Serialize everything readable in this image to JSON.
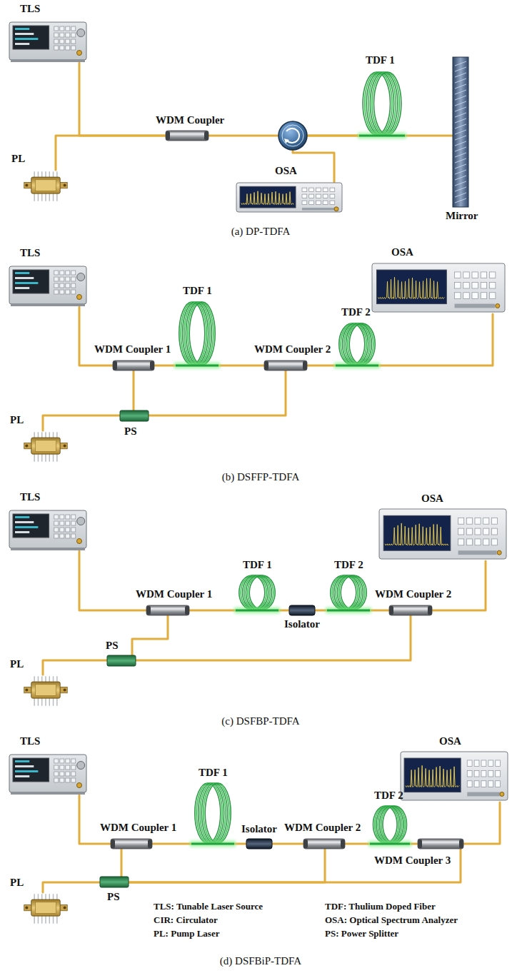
{
  "diagram": {
    "nodes": [
      {
        "text": [
          "TLS"
        ]
      },
      {
        "text": [
          "PL"
        ]
      },
      {
        "text": [
          "WDM Coupler"
        ]
      },
      {
        "text": [
          "OSA"
        ]
      },
      {
        "text": [
          "TDF 1"
        ]
      },
      {
        "text": [
          "Mirror"
        ]
      },
      {
        "text": [
          "TLS"
        ]
      },
      {
        "text": [
          "OSA"
        ]
      },
      {
        "text": [
          "TDF 1"
        ]
      },
      {
        "text": [
          "TDF 2"
        ]
      },
      {
        "text": [
          "WDM Coupler 1"
        ]
      },
      {
        "text": [
          "WDM Coupler 2"
        ]
      },
      {
        "text": [
          "PL"
        ]
      },
      {
        "text": [
          "PS"
        ]
      },
      {
        "text": [
          "TLS"
        ]
      },
      {
        "text": [
          "OSA"
        ]
      },
      {
        "text": [
          "TDF 1"
        ]
      },
      {
        "text": [
          "TDF 2"
        ]
      },
      {
        "text": [
          "WDM Coupler 1"
        ]
      },
      {
        "text": [
          "Isolator"
        ]
      },
      {
        "text": [
          "WDM Coupler 2"
        ]
      },
      {
        "text": [
          "PL"
        ]
      },
      {
        "text": [
          "PS"
        ]
      },
      {
        "text": [
          "TLS"
        ]
      },
      {
        "text": [
          "OSA"
        ]
      },
      {
        "text": [
          "TDF 1"
        ]
      },
      {
        "text": [
          "TDF 2"
        ]
      },
      {
        "text": [
          "WDM Coupler 1"
        ]
      },
      {
        "text": [
          "Isolator"
        ]
      },
      {
        "text": [
          "WDM Coupler 2"
        ]
      },
      {
        "text": [
          "WDM Coupler 3"
        ]
      },
      {
        "text": [
          "PL"
        ]
      },
      {
        "text": [
          "PS"
        ]
      }
    ],
    "edges": [
      {
        "from": 0,
        "to": 2,
        "arrow": "none"
      },
      {
        "from": 1,
        "to": 2,
        "arrow": "none"
      },
      {
        "from": 2,
        "to": 4,
        "arrow": "none"
      },
      {
        "from": 4,
        "to": 3,
        "arrow": "none"
      },
      {
        "from": 4,
        "to": 5,
        "arrow": "none"
      },
      {
        "from": 6,
        "to": 10,
        "arrow": "none"
      },
      {
        "from": 10,
        "to": 8,
        "arrow": "none"
      },
      {
        "from": 8,
        "to": 11,
        "arrow": "none"
      },
      {
        "from": 11,
        "to": 9,
        "arrow": "none"
      },
      {
        "from": 9,
        "to": 7,
        "arrow": "none"
      },
      {
        "from": 12,
        "to": 13,
        "arrow": "none"
      },
      {
        "from": 13,
        "to": 10,
        "arrow": "none"
      },
      {
        "from": 13,
        "to": 11,
        "arrow": "none"
      },
      {
        "from": 14,
        "to": 18,
        "arrow": "none"
      },
      {
        "from": 18,
        "to": 16,
        "arrow": "none"
      },
      {
        "from": 16,
        "to": 19,
        "arrow": "none"
      },
      {
        "from": 19,
        "to": 17,
        "arrow": "none"
      },
      {
        "from": 17,
        "to": 20,
        "arrow": "none"
      },
      {
        "from": 20,
        "to": 15,
        "arrow": "none"
      },
      {
        "from": 21,
        "to": 22,
        "arrow": "none"
      },
      {
        "from": 22,
        "to": 18,
        "arrow": "none"
      },
      {
        "from": 22,
        "to": 20,
        "arrow": "none"
      },
      {
        "from": 23,
        "to": 27,
        "arrow": "none"
      },
      {
        "from": 31,
        "to": 32,
        "arrow": "none"
      },
      {
        "from": 32,
        "to": 27,
        "arrow": "none"
      },
      {
        "from": 27,
        "to": 25,
        "arrow": "none"
      },
      {
        "from": 25,
        "to": 28,
        "arrow": "none"
      },
      {
        "from": 28,
        "to": 29,
        "arrow": "none"
      },
      {
        "from": 32,
        "to": 29,
        "arrow": "none"
      },
      {
        "from": 29,
        "to": 26,
        "arrow": "none"
      },
      {
        "from": 26,
        "to": 30,
        "arrow": "none"
      },
      {
        "from": 32,
        "to": 30,
        "arrow": "none"
      },
      {
        "from": 30,
        "to": 24,
        "arrow": "none"
      }
    ],
    "labels": [
      "(a) DP-TDFA",
      "(b) DSFFP-TDFA",
      "(c) DSFBP-TDFA",
      "TLS: Tunable Laser Source",
      "TDF: Thulium Doped Fiber",
      "CIR: Circulator",
      "OSA: Optical Spectrum Analyzer",
      "PL: Pump Laser",
      "PS: Power Splitter",
      "(d) DSFBiP-TDFA"
    ]
  }
}
